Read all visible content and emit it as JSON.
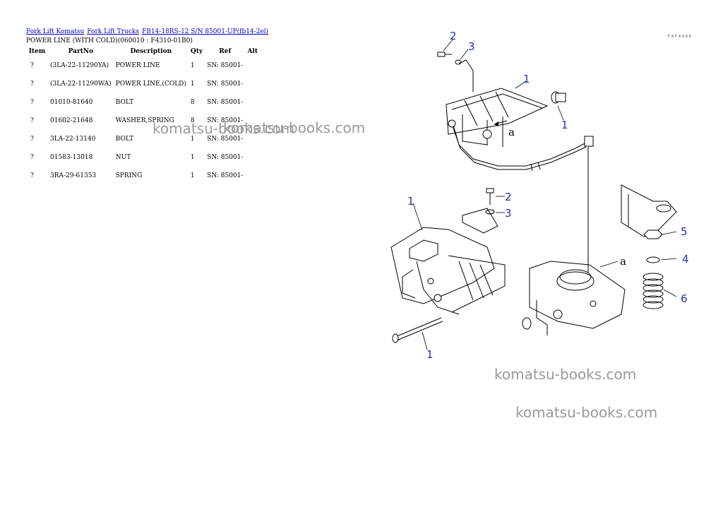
{
  "breadcrumb": [
    {
      "label": "Fork Lift Komatsu"
    },
    {
      "label": "Fork Lift Trucks"
    },
    {
      "label": "FB14-18RS-12 S/N 85001-UP(fb14-2el)"
    }
  ],
  "page_title": "POWER LINE (WITH COLD)(060010 : F4310-01B0)",
  "table": {
    "headers": [
      "Item",
      "PartNo",
      "Description",
      "Qty",
      "Ref",
      "Alt"
    ],
    "rows": [
      {
        "item": "?",
        "partno": "(3LA-22-11290YA)",
        "description": "POWER LINE",
        "qty": "1",
        "ref": "SN: 85001-",
        "alt": ""
      },
      {
        "item": "?",
        "partno": "(3LA-22-11290WA)",
        "description": "POWER LINE,(COLD)",
        "qty": "1",
        "ref": "SN: 85001-",
        "alt": ""
      },
      {
        "item": "?",
        "partno": "01010-81640",
        "description": "BOLT",
        "qty": "8",
        "ref": "SN: 85001-",
        "alt": ""
      },
      {
        "item": "?",
        "partno": "01602-21648",
        "description": "WASHER,SPRING",
        "qty": "8",
        "ref": "SN: 85001-",
        "alt": ""
      },
      {
        "item": "?",
        "partno": "3LA-22-13140",
        "description": "BOLT",
        "qty": "1",
        "ref": "SN: 85001-",
        "alt": ""
      },
      {
        "item": "?",
        "partno": "01583-13018",
        "description": "NUT",
        "qty": "1",
        "ref": "SN: 85001-",
        "alt": ""
      },
      {
        "item": "?",
        "partno": "3RA-29-61353",
        "description": "SPRING",
        "qty": "1",
        "ref": "SN: 85001-",
        "alt": ""
      }
    ]
  },
  "watermarks": [
    "komatsu-books.com",
    "komatsu-books.com",
    "komatsu-books.com",
    "komatsu-books.com"
  ],
  "diagram": {
    "code": "F9F4466",
    "callouts": [
      "2",
      "3",
      "1",
      "1",
      "a",
      "2",
      "1",
      "3",
      "5",
      "4",
      "a",
      "6",
      "1"
    ]
  }
}
